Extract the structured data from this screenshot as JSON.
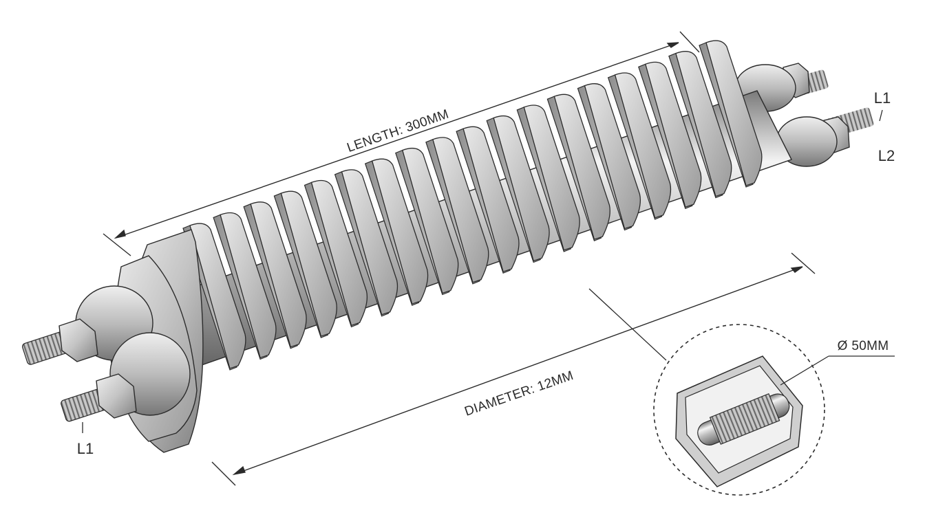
{
  "labels": {
    "length": "LENGTH: 300MM",
    "diameter": "DIAMETER: 12MM",
    "detail_diameter": "Ø 50MM",
    "terminal_top_l1": "L1",
    "terminal_top_l2": "L2",
    "terminal_bottom_l1": "L1"
  },
  "fin_count": 18,
  "colors": {
    "line": "#2b2b2b",
    "metal_light": "#f2f2f2",
    "metal_mid": "#b8b8b8",
    "metal_dark": "#6e6e6e",
    "paper": "#ffffff"
  }
}
